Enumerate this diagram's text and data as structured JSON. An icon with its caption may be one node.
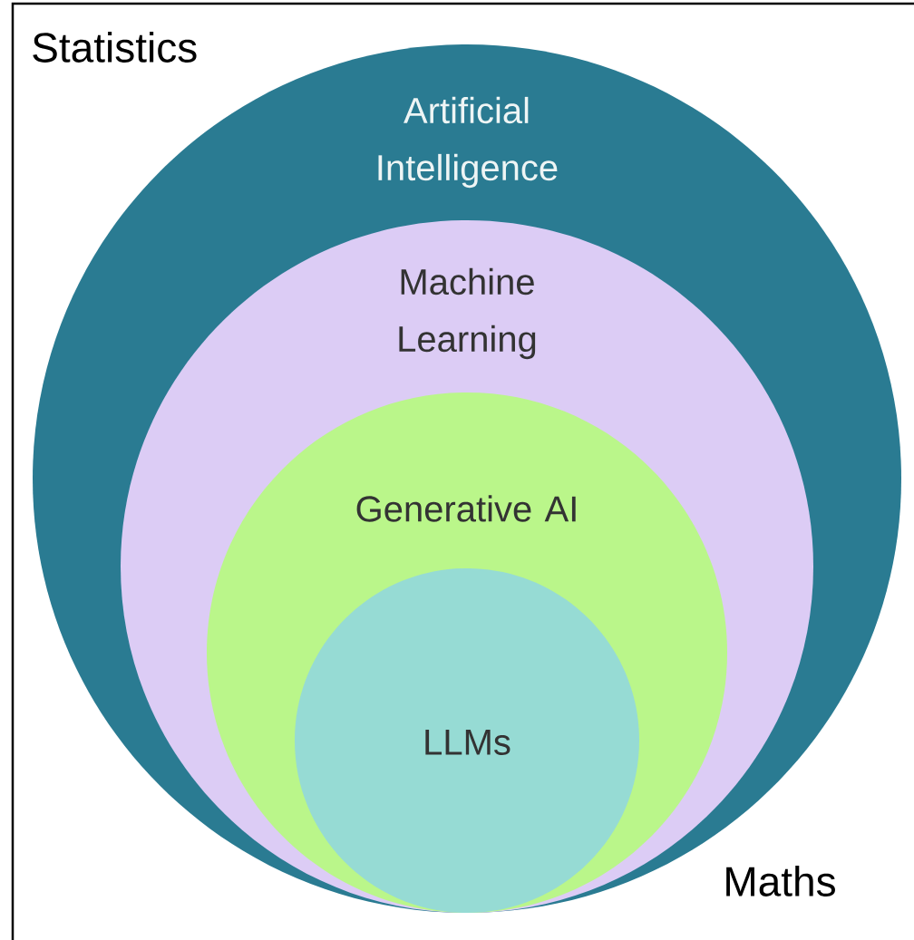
{
  "diagram": {
    "nodes": [
      {
        "text": [
          "Statistics"
        ]
      },
      {
        "text": [
          "Artificial Intelligence"
        ],
        "in": 0
      },
      {
        "text": [
          "Machine Learning"
        ],
        "in": 1
      },
      {
        "text": [
          "Generative AI"
        ],
        "in": 2
      },
      {
        "text": [
          "LLMs"
        ],
        "in": 3
      }
    ],
    "labels": [
      "Maths"
    ]
  }
}
